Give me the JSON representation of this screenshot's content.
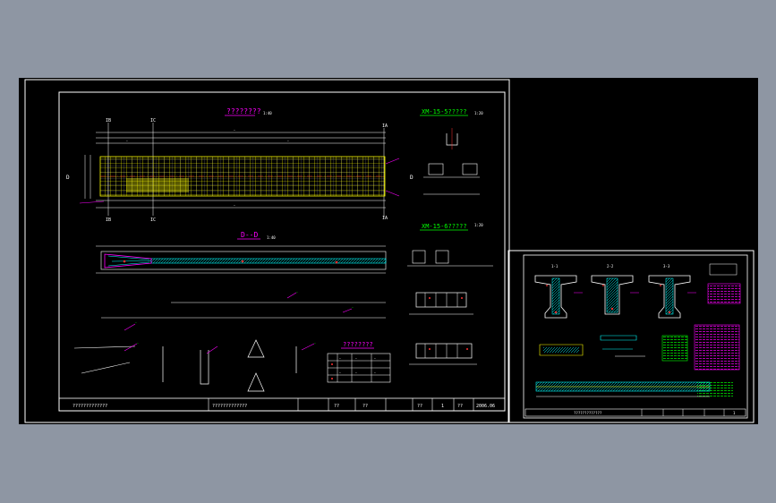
{
  "colors": {
    "background": "#8e96a3",
    "canvas": "#000000",
    "frame": "#ffffff",
    "magenta": "#ff00ff",
    "green": "#00ff00",
    "yellow": "#ffff00",
    "cyan": "#00ffff",
    "red": "#ff3030"
  },
  "sheet1": {
    "plan_title": "????????",
    "plan_scale": "1:40",
    "section_title": "D--D",
    "section_scale": "1:40",
    "anchor5_title": "XM-15-5?????",
    "anchor5_scale": "1:20",
    "anchor6_title": "XM-15-6?????",
    "anchor6_scale": "1:20",
    "table_title": "????????",
    "section_marks": [
      "IB",
      "IC",
      "IA"
    ],
    "side_mark": "D",
    "title_block": {
      "note": "?????????????",
      "drawing_name": "?????????????",
      "designer": "??",
      "checker": "??",
      "drawing_no_label": "??",
      "drawing_no": "1",
      "date_label": "??",
      "date": "2006.06"
    }
  },
  "sheet2": {
    "section_labels": [
      "1-1",
      "2-2",
      "3-3"
    ],
    "title_block": {
      "drawing_name": "?????????????",
      "sheet_no": "1"
    }
  }
}
